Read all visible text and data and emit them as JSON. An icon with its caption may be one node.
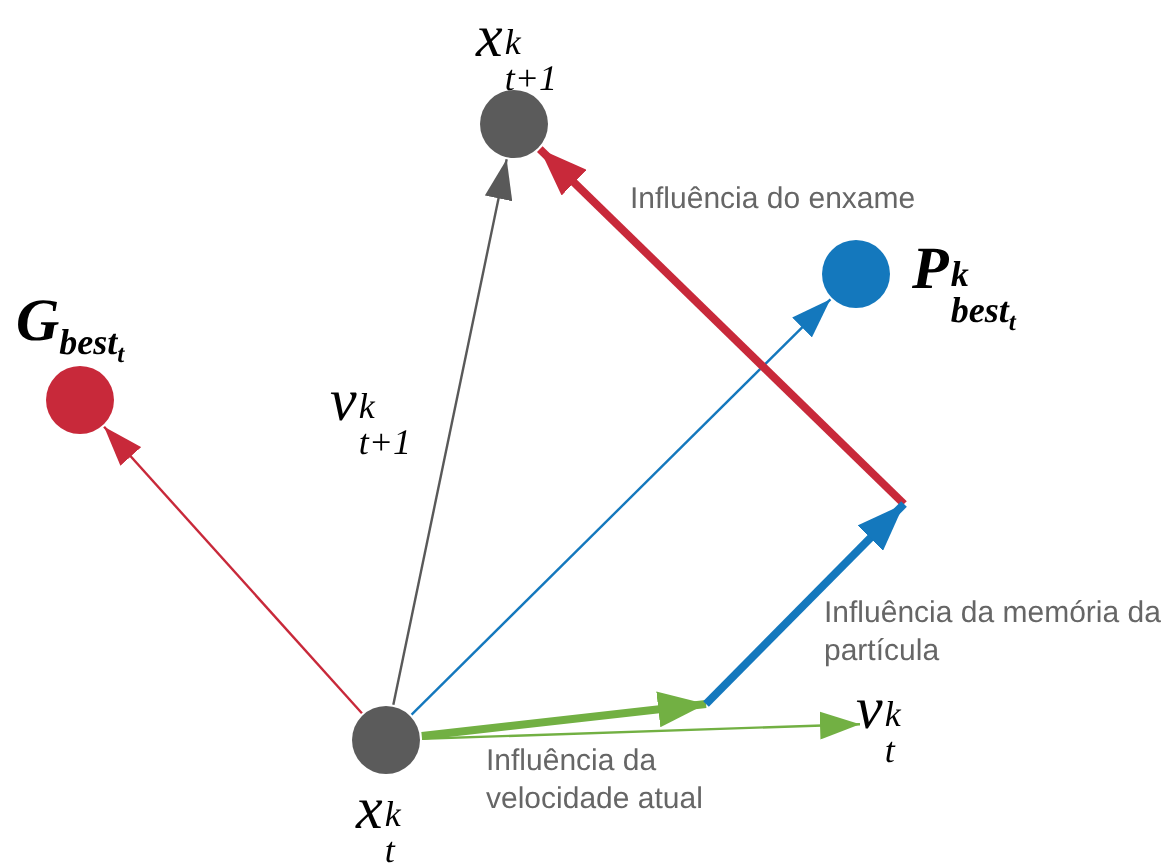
{
  "diagram": {
    "nodes": [
      {
        "text": [
          "x$^{k}$$_{t}$"
        ]
      },
      {
        "text": [
          "x$^{k}$$_{t+1}$"
        ]
      },
      {
        "text": [
          "G$_{best}$$_{t}$"
        ]
      },
      {
        "text": [
          "P$^{k}$$_{best}$$_{t}$"
        ]
      },
      {
        "text": [
          "v$^{k}$$_{t}$"
        ]
      }
    ],
    "edges": [
      {
        "from": 0,
        "to": 1,
        "arrow": "to",
        "color": "#595959"
      },
      {
        "from": 0,
        "to": 2,
        "arrow": "to",
        "color": "#c8293a"
      },
      {
        "from": 0,
        "to": 3,
        "arrow": "to",
        "color": "#1478bd"
      },
      {
        "from": 0,
        "to": 4,
        "arrow": "to",
        "color": "#72b043"
      },
      {
        "from": 0,
        "to": null,
        "arrow": "to",
        "style": "thick",
        "color": "#72b043"
      },
      {
        "from": null,
        "to": 1,
        "arrow": "to",
        "style": "thick",
        "color": "#c8293a"
      }
    ],
    "labels": [
      "v$^{k}$$_{t+1}$",
      "Influência do enxame",
      "Influência da memória da partícula",
      "Influência da velocidade atual"
    ]
  }
}
